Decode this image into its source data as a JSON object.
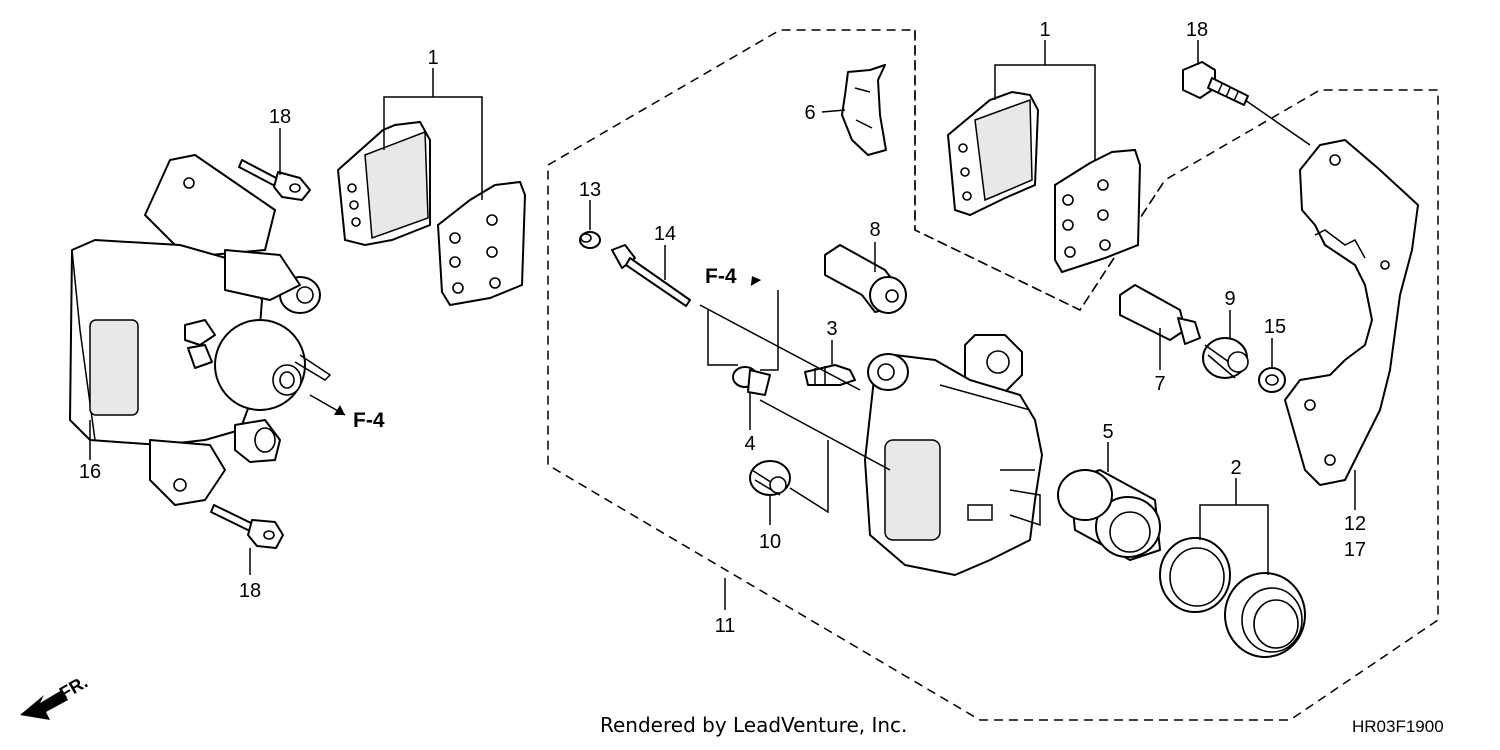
{
  "callouts": [
    {
      "id": "pad-set-left",
      "label": "1"
    },
    {
      "id": "pad-set-right",
      "label": "1"
    },
    {
      "id": "seal-set",
      "label": "2"
    },
    {
      "id": "bleeder",
      "label": "3"
    },
    {
      "id": "bleeder-cap",
      "label": "4"
    },
    {
      "id": "piston",
      "label": "5"
    },
    {
      "id": "pad-spring",
      "label": "6"
    },
    {
      "id": "pin-a",
      "label": "7"
    },
    {
      "id": "pin-b",
      "label": "8"
    },
    {
      "id": "boot-a",
      "label": "9"
    },
    {
      "id": "boot-b",
      "label": "10"
    },
    {
      "id": "caliper-sub",
      "label": "11"
    },
    {
      "id": "bracket-a",
      "label": "12"
    },
    {
      "id": "bracket-b",
      "label": "17"
    },
    {
      "id": "pad-pin-plug",
      "label": "13"
    },
    {
      "id": "pad-pin",
      "label": "14"
    },
    {
      "id": "washer",
      "label": "15"
    },
    {
      "id": "caliper-assy",
      "label": "16"
    },
    {
      "id": "bolt-top-left",
      "label": "18"
    },
    {
      "id": "bolt-bottom-left",
      "label": "18"
    },
    {
      "id": "bolt-top-right",
      "label": "18"
    }
  ],
  "references": [
    {
      "id": "ref-left",
      "label": "F-4"
    },
    {
      "id": "ref-center",
      "label": "F-4"
    }
  ],
  "direction_label": "FR.",
  "credit": "Rendered by LeadVenture, Inc.",
  "diagram_code": "HR03F1900"
}
